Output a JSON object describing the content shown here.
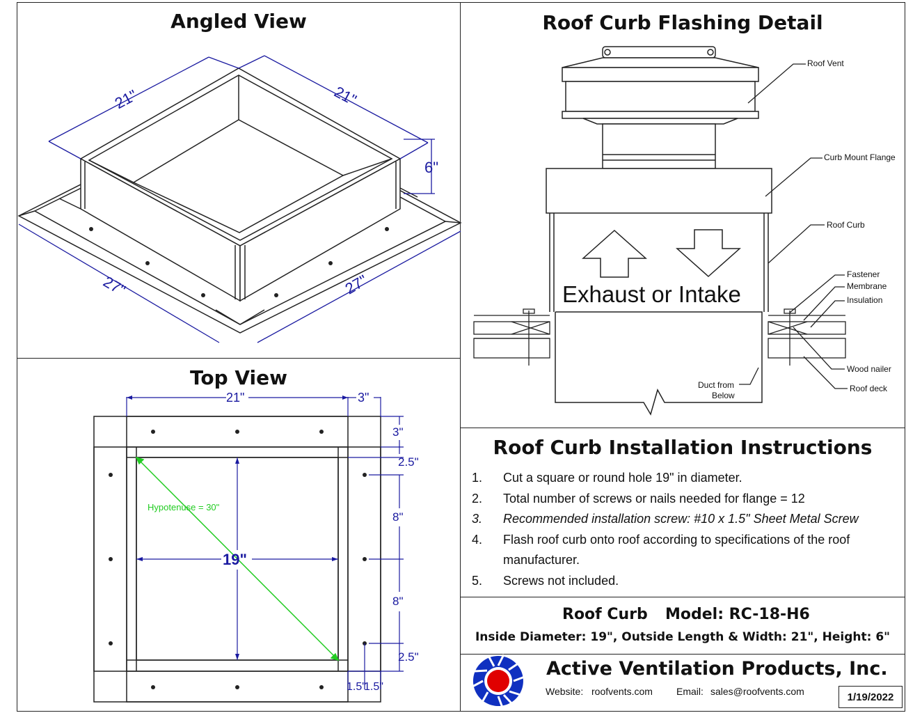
{
  "angled_view": {
    "title": "Angled View",
    "dims": {
      "top_left": "21\"",
      "top_right": "21\"",
      "height": "6\"",
      "bottom_left": "27\"",
      "bottom_right": "27\""
    }
  },
  "top_view": {
    "title": "Top View",
    "dims": {
      "top_width": "21\"",
      "top_flange": "3\"",
      "right_top": "3\"",
      "right_2": "2.5\"",
      "right_3": "8\"",
      "right_4": "8\"",
      "right_5": "2.5\"",
      "bottom_1": "1.5\"",
      "bottom_2": "1.5\"",
      "inner": "19\"",
      "hypotenuse": "Hypotenuse = 30\""
    }
  },
  "flashing_detail": {
    "title": "Roof Curb Flashing Detail",
    "center_label": "Exhaust or Intake",
    "labels": {
      "roof_vent": "Roof Vent",
      "curb_mount_flange": "Curb Mount Flange",
      "roof_curb": "Roof Curb",
      "fastener": "Fastener",
      "membrane": "Membrane",
      "insulation": "Insulation",
      "wood_nailer": "Wood nailer",
      "roof_deck": "Roof deck",
      "duct_line1": "Duct from",
      "duct_line2": "Below"
    }
  },
  "instructions": {
    "title": "Roof Curb Installation Instructions",
    "items": [
      {
        "num": "1.",
        "text": "Cut a square or round hole 19\" in diameter."
      },
      {
        "num": "2.",
        "text": "Total number of screws or nails needed for flange = 12"
      },
      {
        "num": "3.",
        "text": "Recommended installation screw: #10 x 1.5\" Sheet Metal Screw"
      },
      {
        "num": "4.",
        "text": "Flash roof curb onto roof according to specifications of the roof manufacturer."
      },
      {
        "num": "5.",
        "text": "Screws not included."
      }
    ]
  },
  "model": {
    "name": "Roof Curb",
    "model": "Model: RC-18-H6",
    "specs": "Inside Diameter: 19\",  Outside Length & Width: 21\",  Height: 6\""
  },
  "footer": {
    "company": "Active Ventilation Products, Inc.",
    "website_label": "Website:",
    "website": "roofvents.com",
    "email_label": "Email:",
    "email": "sales@roofvents.com",
    "date": "1/19/2022"
  },
  "colors": {
    "dimension": "#1a1aa0",
    "hypotenuse": "#22cc22",
    "logo_red": "#e00000",
    "logo_blue": "#1030c0"
  }
}
